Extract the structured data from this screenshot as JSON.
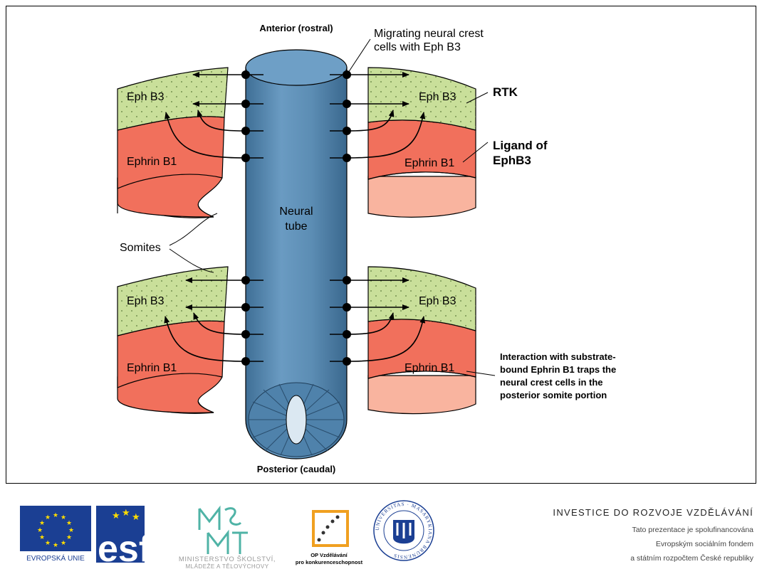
{
  "diagram": {
    "labels": {
      "anterior": "Anterior (rostral)",
      "posterior": "Posterior (caudal)",
      "migrating_line1": "Migrating neural crest",
      "migrating_line2": "cells with Eph B3",
      "rtk": "RTK",
      "ligand_line1": "Ligand of",
      "ligand_line2": "EphB3",
      "somites": "Somites",
      "neural_tube_line1": "Neural",
      "neural_tube_line2": "tube",
      "eph_b3": "Eph B3",
      "ephrin_b1": "Ephrin B1",
      "interaction_line1": "Interaction with substrate-",
      "interaction_line2": "bound Ephrin B1 traps the",
      "interaction_line3": "neural crest cells in the",
      "interaction_line4": "posterior somite portion"
    },
    "colors": {
      "tube": "#5c8db4",
      "tube_dark": "#3e6f97",
      "eph_b3_region": "#c9df9a",
      "ephrin_b1_region": "#f1705c",
      "somite_bottom": "#f9b49f"
    }
  },
  "footer": {
    "eu_label": "EVROPSKÁ UNIE",
    "esf_label": "esf",
    "msmt_line1": "MINISTERSTVO ŠKOLSTVÍ,",
    "msmt_line2": "MLÁDEŽE A TĚLOVÝCHOVY",
    "op_line1": "OP Vzdělávání",
    "op_line2": "pro konkurenceschopnost",
    "muni_ring": "UNIVERSITAS · MASARYKIANA BRUNENSIS",
    "investice": "INVESTICE DO ROZVOJE VZDĚLÁVÁNÍ",
    "cofund_line1": "Tato prezentace je spolufinancována",
    "cofund_line2": "Evropským sociálním fondem",
    "cofund_line3": "a státním rozpočtem České republiky"
  }
}
